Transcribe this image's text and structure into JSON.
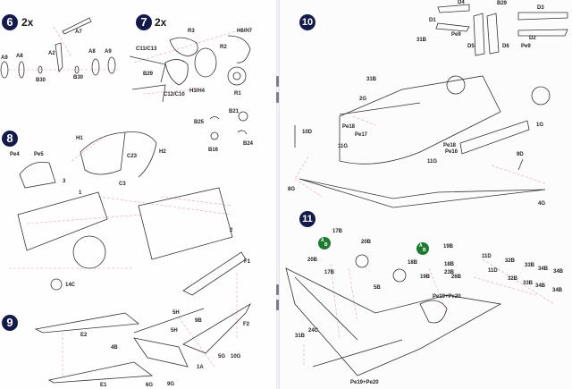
{
  "document": "Model kit assembly instructions",
  "steps": [
    {
      "number": "6",
      "multiplier": "2x",
      "labels": [
        "A7",
        "A2",
        "A9",
        "A8",
        "B30",
        "B30",
        "A8",
        "A9"
      ]
    },
    {
      "number": "7",
      "multiplier": "2x",
      "labels": [
        "R3",
        "H6/H7",
        "R2",
        "C11/C13",
        "B29",
        "H3/H4",
        "C12/C10",
        "R1",
        "B21",
        "B25",
        "B24",
        "B16"
      ]
    },
    {
      "number": "8",
      "multiplier": "",
      "labels": [
        "H1",
        "H2",
        "Pe4",
        "Pe5",
        "C23",
        "3",
        "C3",
        "1",
        "2",
        "14C",
        "F1"
      ]
    },
    {
      "number": "9",
      "multiplier": "",
      "labels": [
        "5H",
        "9B",
        "F2",
        "E2",
        "5H",
        "4B",
        "1A",
        "5G",
        "10G",
        "E1",
        "6G",
        "9G"
      ]
    },
    {
      "number": "10",
      "multiplier": "",
      "labels": [
        "D4",
        "B29",
        "D3",
        "D1",
        "Pe9",
        "31B",
        "D5",
        "D6",
        "D2",
        "Pe9",
        "31B",
        "2G",
        "Pe18",
        "Pe17",
        "10D",
        "11G",
        "Pe18",
        "Pe16",
        "1G",
        "11G",
        "9D",
        "8G",
        "4G"
      ]
    },
    {
      "number": "11",
      "multiplier": "",
      "labels": [
        "17B",
        "20B",
        "20B",
        "17B",
        "19B",
        "18B",
        "18B",
        "19B",
        "23B",
        "26B",
        "5B",
        "11D",
        "11D",
        "32B",
        "32B",
        "33B",
        "33B",
        "34B",
        "34B",
        "34B",
        "34B",
        "Pe19+Pe20",
        "24C",
        "31B",
        "Pe19+Pe20"
      ]
    }
  ],
  "option_badges": [
    {
      "top": "A",
      "bottom": "B"
    },
    {
      "top": "A",
      "bottom": "B"
    }
  ],
  "colors": {
    "step_badge": "#141b4a",
    "option_badge": "#1e7a30",
    "guide_lines": "#e3a0b8",
    "line_art": "#333333"
  }
}
